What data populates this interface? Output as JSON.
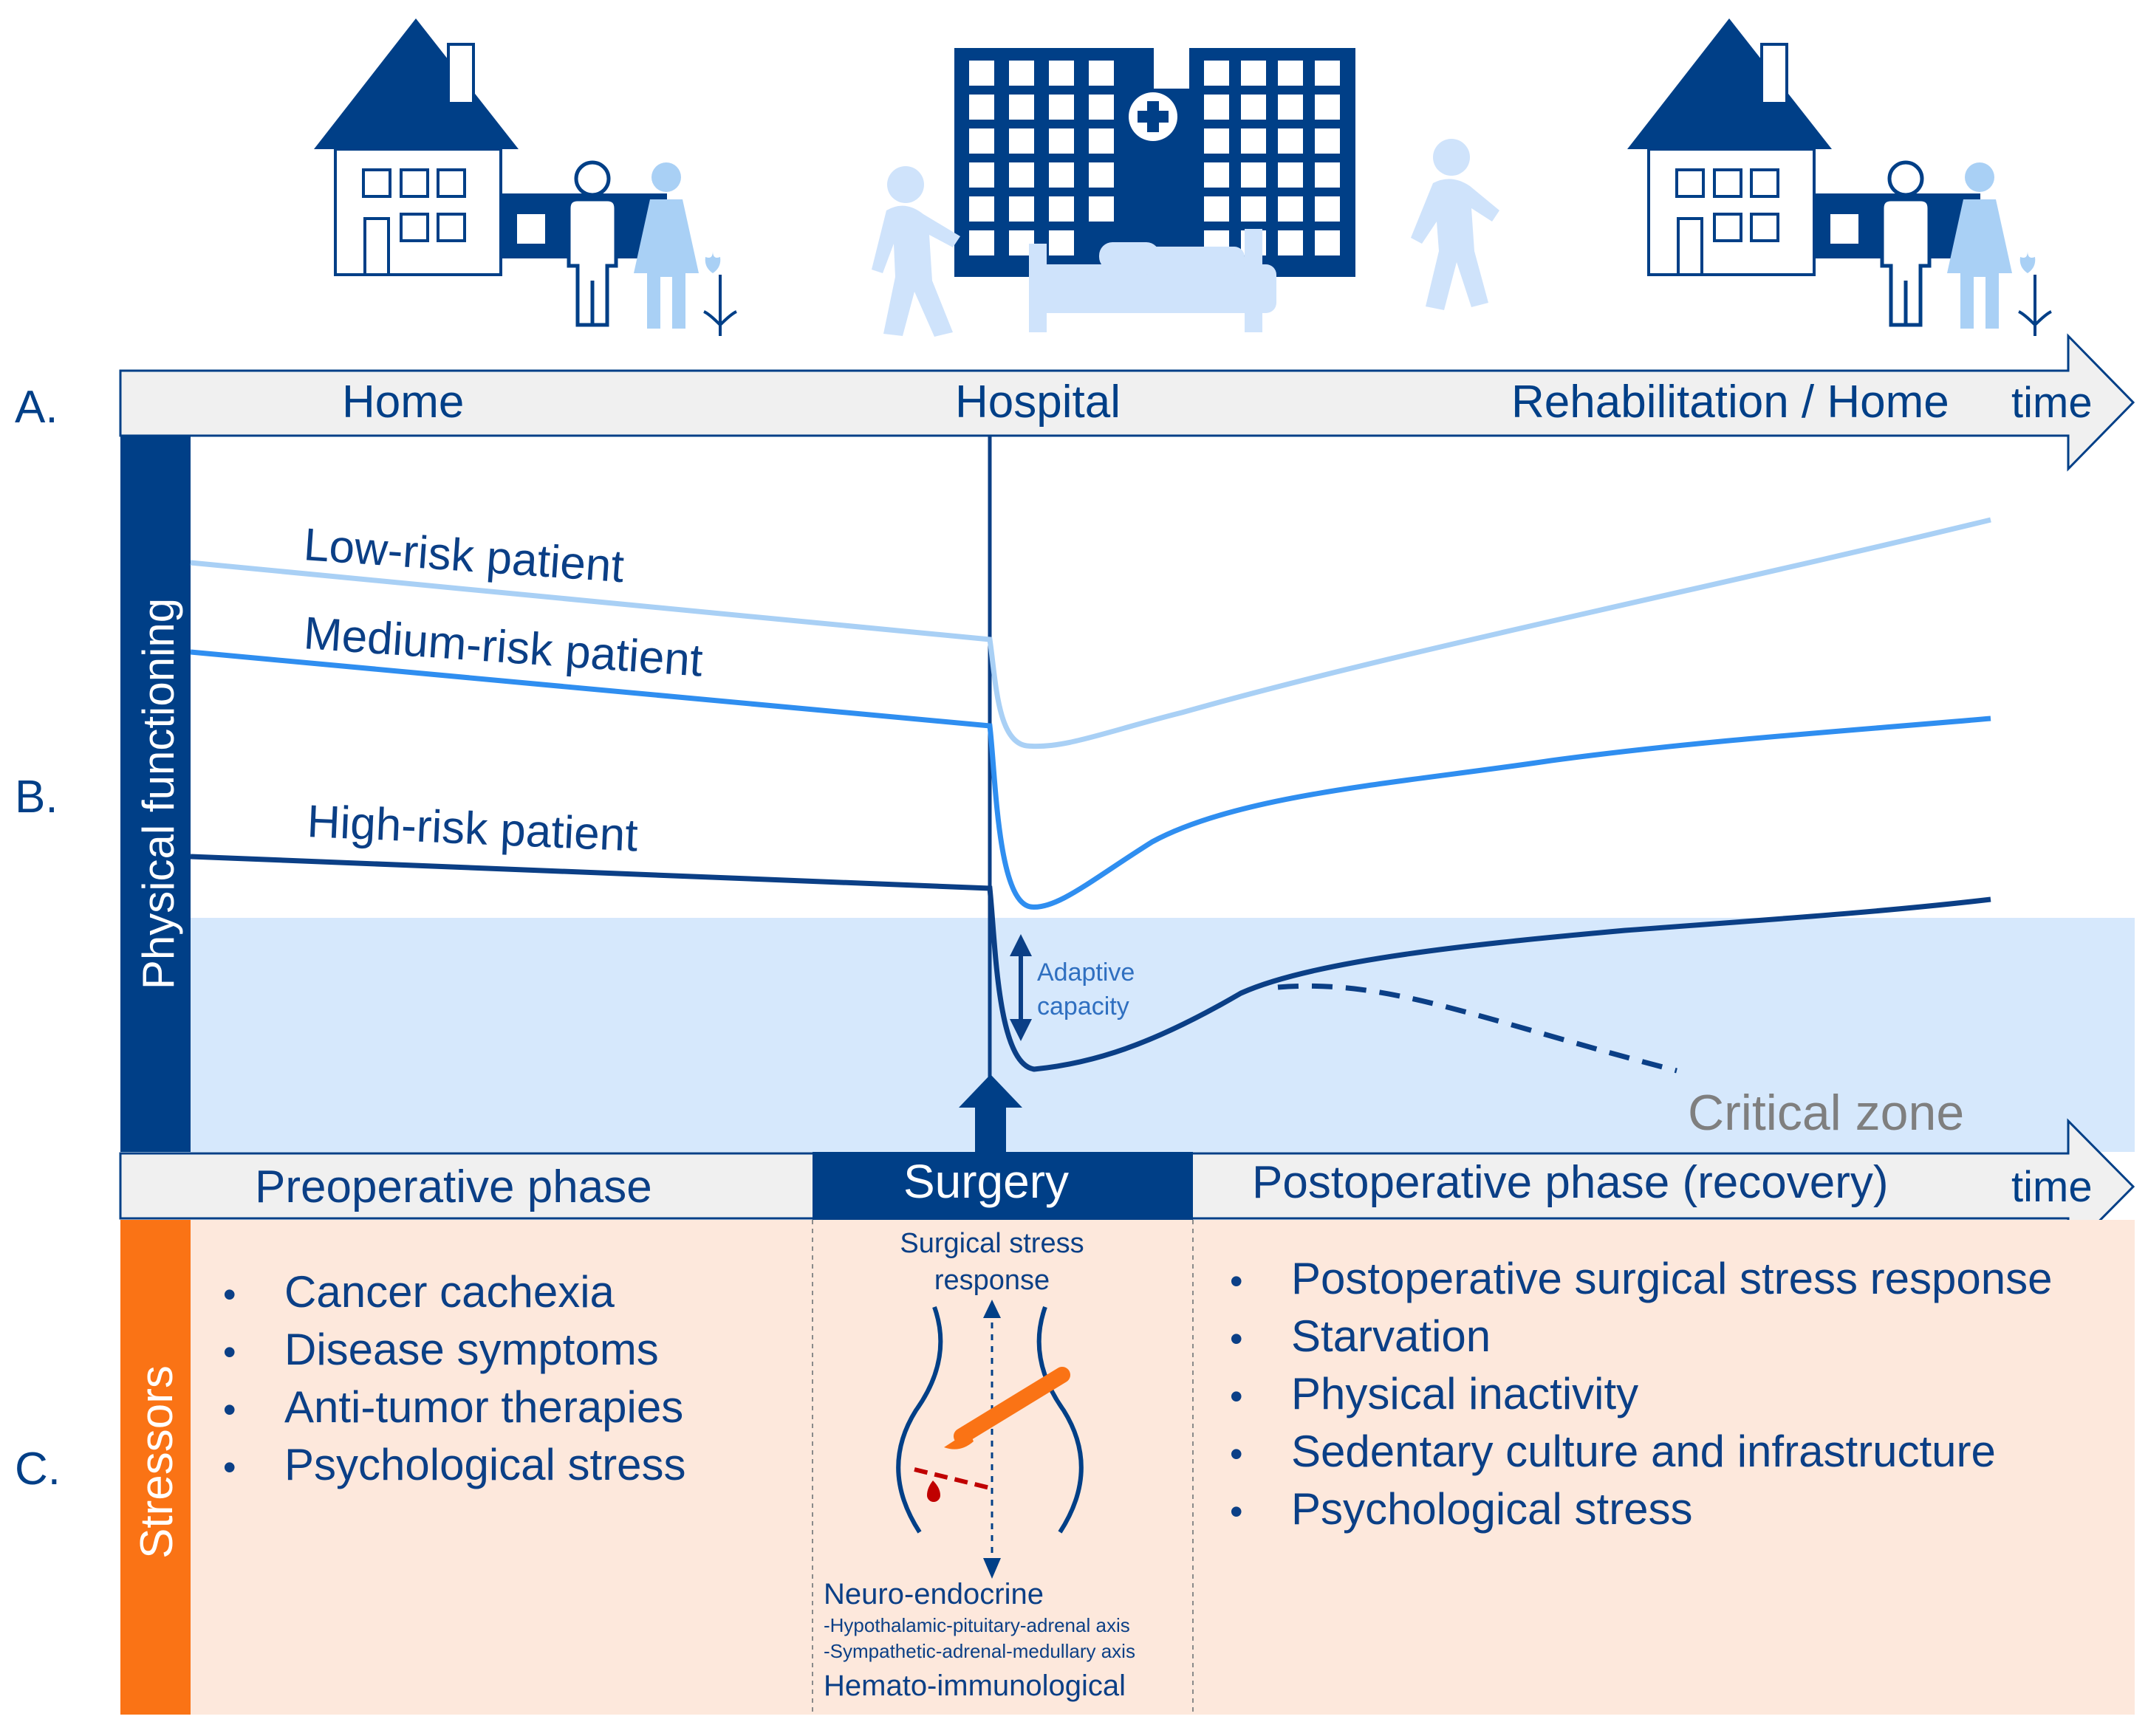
{
  "colors": {
    "navy": "#003f87",
    "dark_blue": "#0b3f86",
    "medium_blue": "#2f8ef0",
    "light_blue": "#a9d0f5",
    "pale_blue_icon": "#cfe3fb",
    "critical_zone_fill": "#d6e8fc",
    "arrow_gray": "#f0f0f0",
    "stressors_orange": "#fa7315",
    "stressors_bg": "#fde8dc",
    "critical_text": "#7f7f7f",
    "blood_red": "#c00000"
  },
  "icons": [
    "house-left-icon",
    "family-left-icon",
    "flower-left-icon",
    "hospital-icon",
    "hospital-bed-icon",
    "walking-person-left-icon",
    "walking-person-right-icon",
    "house-right-icon",
    "family-right-icon",
    "flower-right-icon",
    "abdomen-icon",
    "scalpel-icon",
    "blood-drop-icon"
  ],
  "section_labels": {
    "a": "A.",
    "b": "B.",
    "c": "C."
  },
  "top_timeline": {
    "home": "Home",
    "hospital": "Hospital",
    "rehab_home": "Rehabilitation / Home",
    "time": "time"
  },
  "y_axis": {
    "label": "Physical functioning"
  },
  "patients": {
    "low": "Low-risk patient",
    "medium": "Medium-risk patient",
    "high": "High-risk patient"
  },
  "adaptive_capacity": {
    "line1": "Adaptive",
    "line2": "capacity"
  },
  "critical_zone": "Critical zone",
  "bottom_timeline": {
    "preoperative": "Preoperative phase",
    "surgery": "Surgery",
    "postoperative": "Postoperative phase (recovery)",
    "time": "time"
  },
  "stressors": {
    "label": "Stressors",
    "preoperative": [
      "Cancer cachexia",
      "Disease symptoms",
      "Anti-tumor therapies",
      "Psychological stress"
    ],
    "surgery": {
      "stress_line1": "Surgical stress",
      "stress_line2": "response",
      "neuro": "Neuro-endocrine",
      "hpa": "-Hypothalamic-pituitary-adrenal axis",
      "sam": "-Sympathetic-adrenal-medullary axis",
      "hemato": "Hemato-immunological"
    },
    "postoperative": [
      "Postoperative surgical stress response",
      "Starvation",
      "Physical inactivity",
      "Sedentary culture and infrastructure",
      "Psychological stress"
    ],
    "bullet": "•"
  }
}
